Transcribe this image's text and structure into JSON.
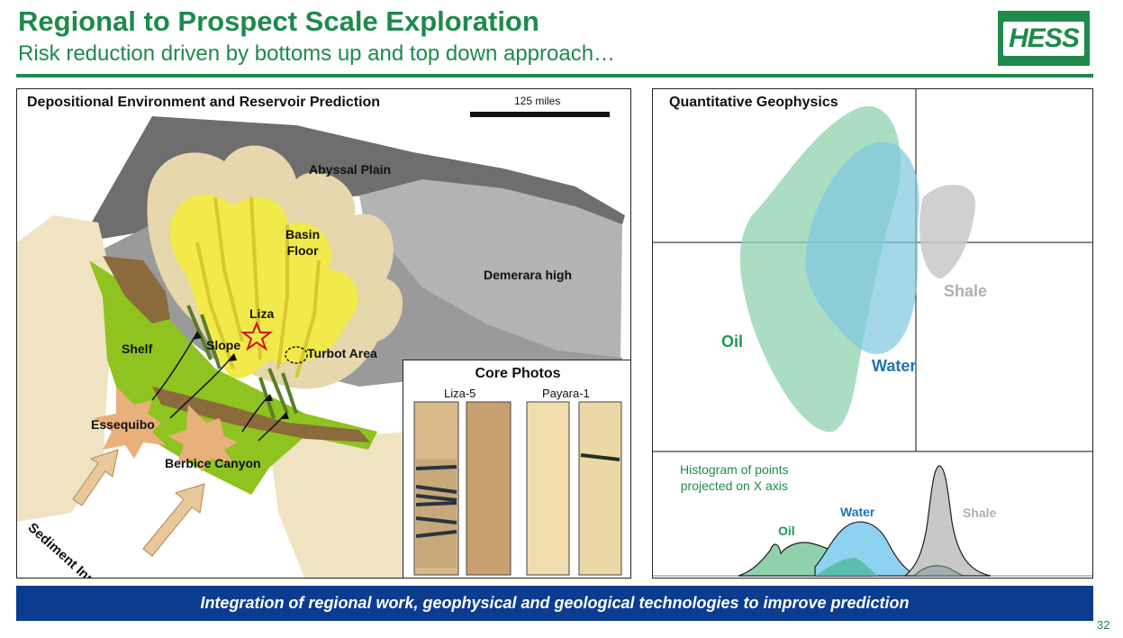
{
  "header": {
    "title": "Regional to Prospect Scale Exploration",
    "subtitle": "Risk reduction driven by bottoms up and top down approach…",
    "logo_text": "HESS"
  },
  "left_panel": {
    "title": "Depositional Environment and Reservoir Prediction",
    "scale_label": "125 miles",
    "labels": {
      "abyssal_plain": "Abyssal Plain",
      "basin_floor": "Basin\nFloor",
      "demerara_high": "Demerara high",
      "liza": "Liza",
      "slope": "Slope",
      "shelf": "Shelf",
      "turbot_area": "Turbot Area",
      "essequibo": "Essequibo",
      "berbice_canyon": "Berbice Canyon",
      "sediment_input": "Sediment Input"
    },
    "core_photos": {
      "title": "Core Photos",
      "wells": [
        "Liza-5",
        "Payara-1"
      ]
    }
  },
  "right_panel": {
    "title": "Quantitative Geophysics",
    "cluster_labels": {
      "oil": "Oil",
      "water": "Water",
      "shale": "Shale"
    },
    "histogram_caption": "Histogram of points\nprojected on X axis",
    "histogram_labels": {
      "oil": "Oil",
      "water": "Water",
      "shale": "Shale"
    }
  },
  "colors": {
    "brand_green": "#1e8a4c",
    "banner_blue": "#0b3c8f",
    "oil": "#8fd1ad",
    "water": "#8ed2ef",
    "shale": "#c8c8c8"
  },
  "footer": {
    "banner_text": "Integration of regional work, geophysical and geological technologies to improve prediction",
    "page_number": "32"
  }
}
